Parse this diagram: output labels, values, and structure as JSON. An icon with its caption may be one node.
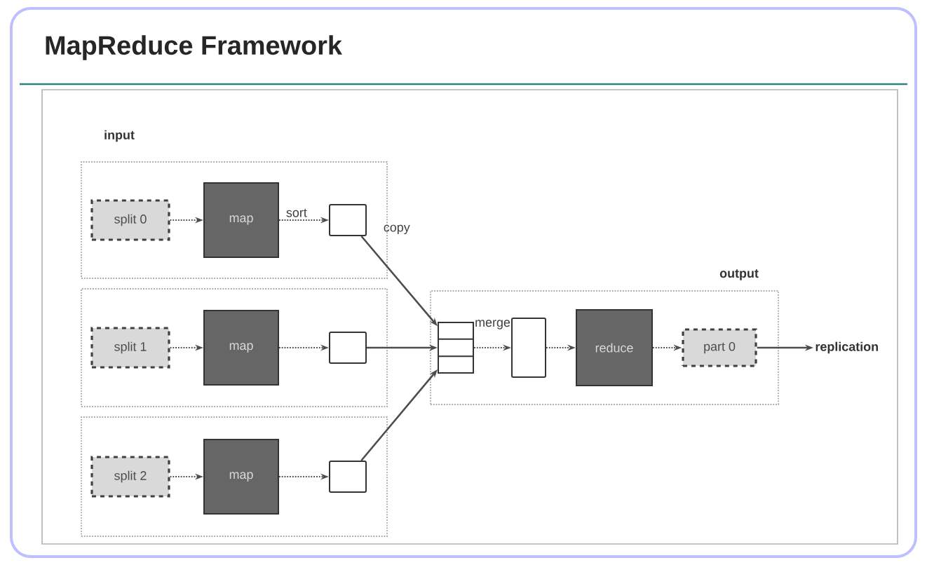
{
  "diagram": {
    "title": "MapReduce Framework",
    "nodes": [
      {
        "text": [],
        "shape": "box"
      },
      {
        "text": [
          "split 0"
        ],
        "in": 0
      },
      {
        "text": [
          "map"
        ],
        "in": 0
      },
      {
        "text": [],
        "shape": "box",
        "in": 0
      },
      {
        "text": [],
        "shape": "box"
      },
      {
        "text": [
          "split 1"
        ],
        "in": 4
      },
      {
        "text": [
          "map"
        ],
        "in": 4
      },
      {
        "text": [],
        "shape": "box",
        "in": 4
      },
      {
        "text": [],
        "shape": "box"
      },
      {
        "text": [
          "split 2"
        ],
        "in": 8
      },
      {
        "text": [
          "map"
        ],
        "in": 8
      },
      {
        "text": [],
        "shape": "box",
        "in": 8
      },
      {
        "text": [],
        "shape": "box"
      },
      {
        "text": [],
        "shape": "box",
        "in": 12
      },
      {
        "text": [],
        "shape": "box",
        "in": 12
      },
      {
        "text": [
          "reduce"
        ],
        "in": 12
      },
      {
        "text": [
          "part 0"
        ],
        "in": 12
      },
      {
        "text": [
          "replication"
        ]
      }
    ],
    "edges": [
      {
        "from": 1,
        "to": 2,
        "arrow": "to",
        "style": "dashed"
      },
      {
        "from": 2,
        "to": 3,
        "arrow": "to",
        "style": "dashed",
        "label": "sort"
      },
      {
        "from": 3,
        "to": 13,
        "arrow": "to",
        "label": "copy"
      },
      {
        "from": 5,
        "to": 6,
        "arrow": "to",
        "style": "dashed"
      },
      {
        "from": 6,
        "to": 7,
        "arrow": "to",
        "style": "dashed"
      },
      {
        "from": 7,
        "to": 13,
        "arrow": "to"
      },
      {
        "from": 9,
        "to": 10,
        "arrow": "to",
        "style": "dashed"
      },
      {
        "from": 10,
        "to": 11,
        "arrow": "to",
        "style": "dashed"
      },
      {
        "from": 11,
        "to": 13,
        "arrow": "to"
      },
      {
        "from": 13,
        "to": 14,
        "arrow": "to",
        "style": "dashed",
        "label": "merge"
      },
      {
        "from": 14,
        "to": 15,
        "arrow": "to",
        "style": "dashed"
      },
      {
        "from": 15,
        "to": 16,
        "arrow": "to",
        "style": "dashed"
      },
      {
        "from": 16,
        "to": 17,
        "arrow": "to"
      }
    ],
    "labels": [
      "input",
      "output"
    ]
  }
}
